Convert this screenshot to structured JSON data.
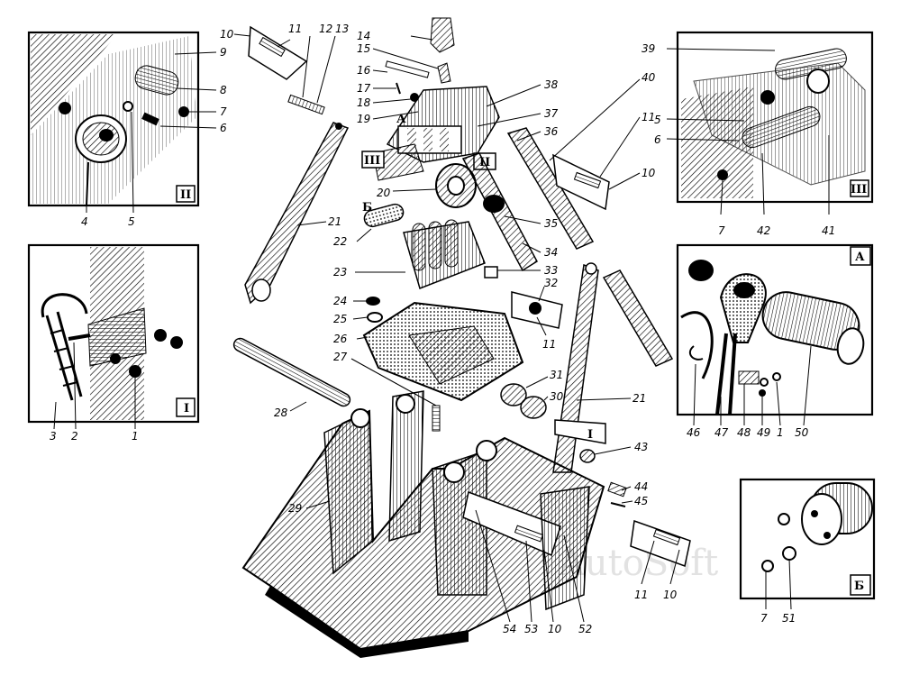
{
  "watermark": "AutoSoft",
  "insets": {
    "II": {
      "marker": "II",
      "callouts": [
        "9",
        "8",
        "7",
        "6",
        "4",
        "5"
      ]
    },
    "I": {
      "marker": "I",
      "callouts": [
        "3",
        "2",
        "1"
      ]
    },
    "III": {
      "marker": "III",
      "callouts": [
        "39",
        "5",
        "6",
        "7",
        "42",
        "41"
      ]
    },
    "A": {
      "marker": "А",
      "callouts": [
        "46",
        "47",
        "48",
        "49",
        "1",
        "50"
      ]
    },
    "B": {
      "marker": "Б",
      "callouts": [
        "7",
        "51"
      ]
    }
  },
  "main": {
    "callouts": [
      "10",
      "11",
      "12",
      "13",
      "14",
      "15",
      "16",
      "17",
      "18",
      "19",
      "38",
      "37",
      "36",
      "40",
      "11",
      "10",
      "21",
      "20",
      "35",
      "34",
      "22",
      "23",
      "33",
      "32",
      "11",
      "24",
      "25",
      "26",
      "27",
      "28",
      "31",
      "30",
      "21",
      "43",
      "29",
      "44",
      "45",
      "54",
      "53",
      "10",
      "52",
      "11",
      "10",
      "А",
      "Б"
    ],
    "section_marks": [
      "III",
      "II",
      "I"
    ]
  }
}
